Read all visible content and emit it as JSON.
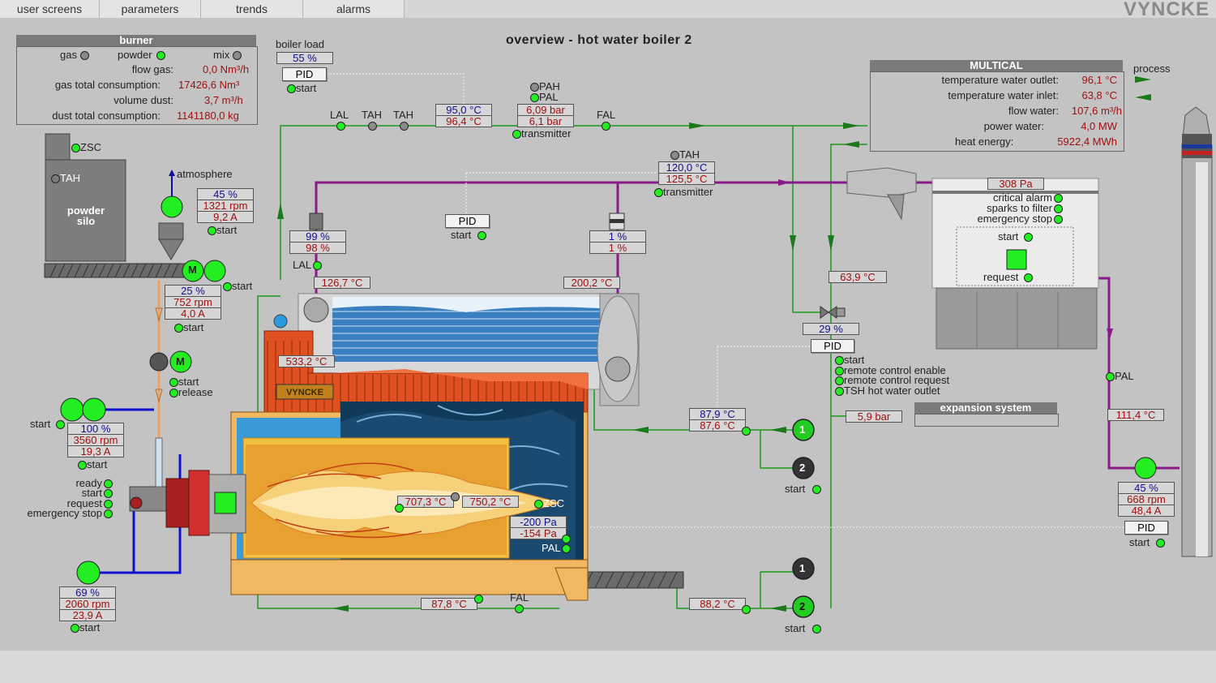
{
  "tabs": [
    "user screens",
    "parameters",
    "trends",
    "alarms"
  ],
  "brand": "VYNCKE",
  "title": "overview - hot water boiler 2",
  "burner": {
    "header": "burner",
    "fuel_labels": [
      "gas",
      "powder",
      "mix"
    ],
    "rows": [
      {
        "label": "flow gas:",
        "value": "0,0 Nm³/h"
      },
      {
        "label": "gas total consumption:",
        "value": "17426,6  Nm³"
      },
      {
        "label": "volume dust:",
        "value": "3,7 m³/h"
      },
      {
        "label": "dust total consumption:",
        "value": "1141180,0  kg"
      }
    ]
  },
  "boiler_load": {
    "label": "boiler load",
    "value": "55 %",
    "pid": "PID",
    "start": "start"
  },
  "water_outlet": {
    "temp1": "95,0 °C",
    "temp2": "96,4 °C",
    "lal": "LAL",
    "tah1": "TAH",
    "tah2": "TAH",
    "fal": "FAL"
  },
  "pressure": {
    "pah": "PAH",
    "pal": "PAL",
    "v1": "6,09 bar",
    "v2": "6,1 bar",
    "transmitter": "transmitter"
  },
  "multical": {
    "header": "MULTICAL",
    "rows": [
      {
        "label": "temperature water outlet:",
        "value": "96,1 °C"
      },
      {
        "label": "temperature water inlet:",
        "value": "63,8 °C"
      },
      {
        "label": "flow water:",
        "value": "107,6 m³/h"
      },
      {
        "label": "power water:",
        "value": "4,0 MW"
      },
      {
        "label": "heat energy:",
        "value": "5922,4 MWh"
      }
    ],
    "process": "process"
  },
  "flue": {
    "tah": "TAH",
    "t1": "120,0 °C",
    "t2": "125,5 °C",
    "transmitter": "transmitter"
  },
  "filter": {
    "pressure": "308 Pa",
    "alarms": [
      "critical alarm",
      "sparks to filter",
      "emergency stop"
    ],
    "start": "start",
    "request": "request"
  },
  "silo": {
    "zsc": "ZSC",
    "tah": "TAH",
    "name_line1": "powder",
    "name_line2": "silo"
  },
  "silo_fan": {
    "atmosphere": "atmosphere",
    "pct": "45 %",
    "rpm": "1321 rpm",
    "amp": "9,2 A",
    "start": "start"
  },
  "screw": {
    "pct": "25 %",
    "rpm": "752 rpm",
    "amp": "4,0 A",
    "start1": "start",
    "start2": "start",
    "motor": "M"
  },
  "rotary_valve": {
    "start": "start",
    "release": "release",
    "motor": "M"
  },
  "damper1": {
    "pct1": "99 %",
    "pct2": "98 %",
    "lal": "LAL",
    "temp": "126,7 °C"
  },
  "pid_mid": {
    "label": "PID",
    "start": "start"
  },
  "damper2": {
    "pct1": "1 %",
    "pct2": "1 %",
    "temp": "200,2 °C"
  },
  "furnace": {
    "temp_wall": "533,2 °C",
    "plate": "VYNCKE",
    "t_flame1": "707,3 °C",
    "t_flame2": "750,2 °C",
    "zsc": "ZSC",
    "p1": "-200 Pa",
    "p2": "-154 Pa",
    "pal": "PAL"
  },
  "burner_status": {
    "items": [
      "ready",
      "start",
      "request",
      "emergency stop"
    ]
  },
  "air_fan": {
    "start_left": "start",
    "pct": "100 %",
    "rpm": "3560 rpm",
    "amp": "19,3 A",
    "start": "start"
  },
  "sec_fan": {
    "pct": "69 %",
    "rpm": "2060 rpm",
    "amp": "23,9 A",
    "start": "start"
  },
  "return_line": {
    "t1": "87,9 °C",
    "t2": "87,6 °C",
    "bottom_t": "87,8 °C",
    "fal": "FAL",
    "bottom_t2": "88,2 °C",
    "pump_start_top": "start",
    "pump_start_bottom": "start",
    "pump_labels": [
      "1",
      "2",
      "1",
      "2"
    ]
  },
  "mixing": {
    "temp": "63,9 °C",
    "pct": "29 %",
    "pid": "PID",
    "checks": [
      "start",
      "remote control enable",
      "remote control request",
      "TSH hot water outlet"
    ]
  },
  "expansion": {
    "header": "expansion system",
    "pressure": "5,9 bar"
  },
  "id_fan": {
    "pal": "PAL",
    "temp": "111,4 °C",
    "pct": "45 %",
    "rpm": "668 rpm",
    "amp": "48,4 A",
    "pid": "PID",
    "start": "start"
  }
}
